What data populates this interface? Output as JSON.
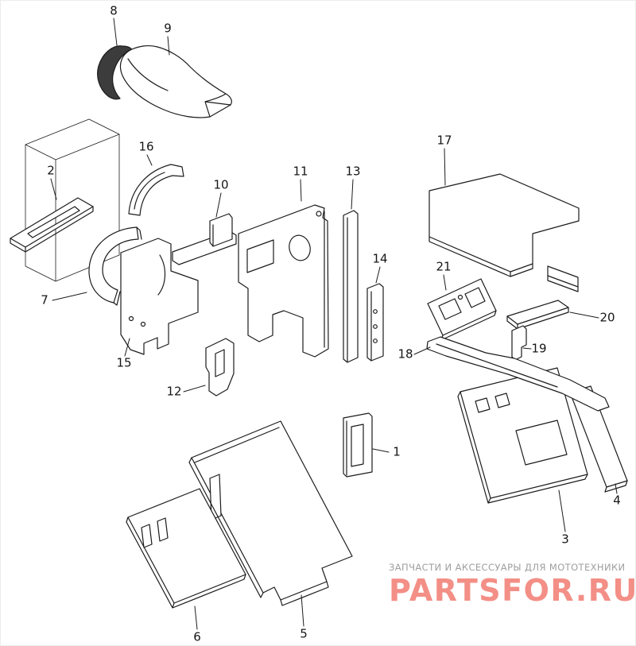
{
  "diagram": {
    "type": "exploded-parts-diagram",
    "callouts": [
      {
        "num": "8"
      },
      {
        "num": "9"
      },
      {
        "num": "16"
      },
      {
        "num": "2"
      },
      {
        "num": "17"
      },
      {
        "num": "11"
      },
      {
        "num": "13"
      },
      {
        "num": "10"
      },
      {
        "num": "14"
      },
      {
        "num": "21"
      },
      {
        "num": "7"
      },
      {
        "num": "20"
      },
      {
        "num": "19"
      },
      {
        "num": "18"
      },
      {
        "num": "15"
      },
      {
        "num": "12"
      },
      {
        "num": "1"
      },
      {
        "num": "4"
      },
      {
        "num": "3"
      },
      {
        "num": "6"
      },
      {
        "num": "5"
      }
    ]
  },
  "watermark": {
    "tagline": "ЗАПЧАСТИ И АКСЕССУАРЫ ДЛЯ МОТОТЕХНИКИ",
    "brand": "PARTSFOR.RU",
    "brand_color": "#f2837a",
    "tagline_color": "#9e9e9e"
  },
  "colors": {
    "line": "#1c1c1c",
    "background": "#ffffff"
  }
}
